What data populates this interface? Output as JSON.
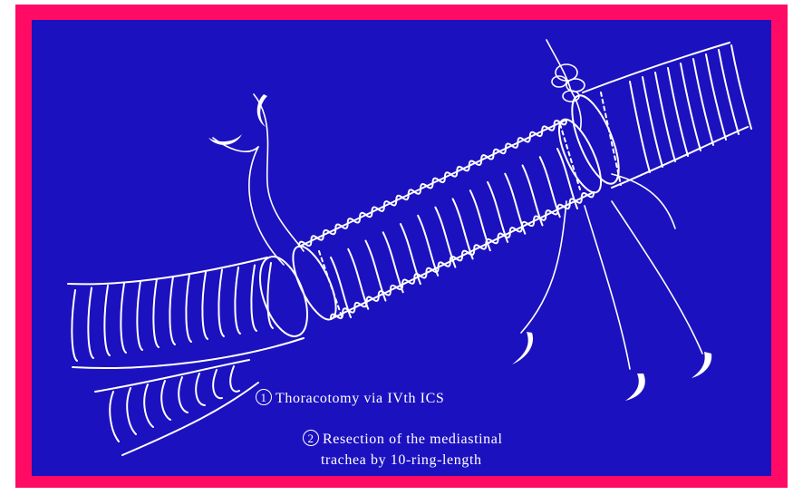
{
  "captions": {
    "step1_number": "1",
    "step1_text": "Thoracotomy via IVth ICS",
    "step2_number": "2",
    "step2_text_line1": "Resection of the mediastinal",
    "step2_text_line2": "trachea by 10-ring-length"
  },
  "colors": {
    "frame": "#ff0a64",
    "background": "#1c11bf",
    "ink": "#ffffff"
  }
}
